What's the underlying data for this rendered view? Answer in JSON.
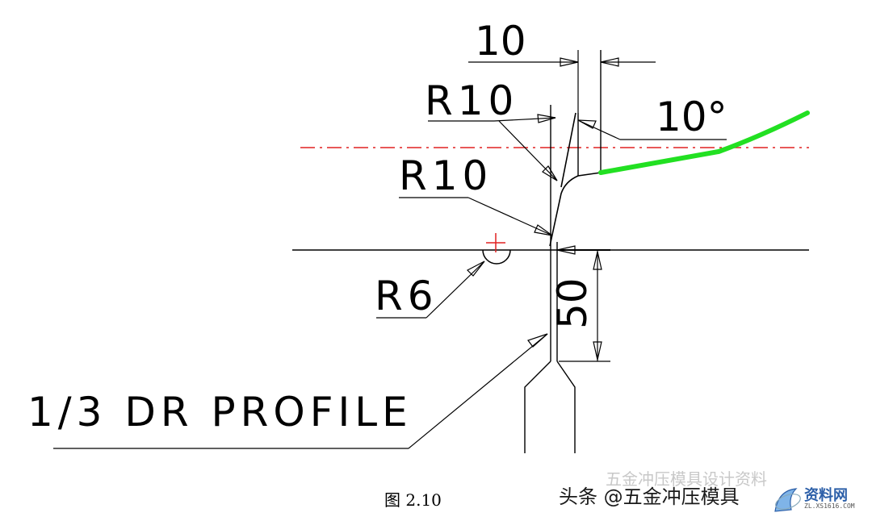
{
  "labels": {
    "dim_top": "10",
    "radius_upper": "R10",
    "angle": "10°",
    "radius_lower": "R10",
    "radius_small": "R6",
    "dim_vertical": "50",
    "profile": "1/3 DR PROFILE"
  },
  "caption": "图 2.10",
  "watermark": {
    "faded": "五金冲压模具设计资料",
    "overlay": "头条 @五金冲压模具",
    "logo_text": "资料网",
    "logo_url": "ZL.XS1616.COM"
  },
  "colors": {
    "line": "#000000",
    "centerline": "#e02020",
    "profile_curve": "#22e022",
    "center_mark": "#e02020"
  }
}
